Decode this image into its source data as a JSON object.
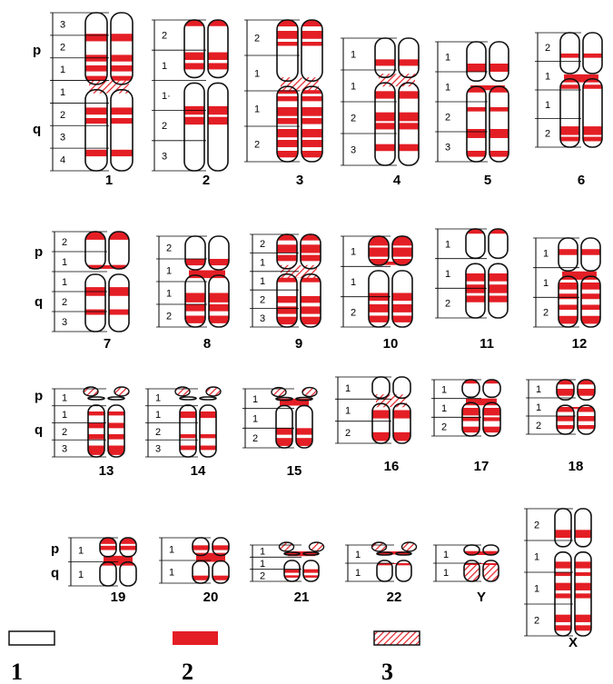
{
  "arm_labels": [
    "p",
    "q"
  ],
  "colors": {
    "stain": "#e41e25",
    "white": "#ffffff",
    "outline": "#111111",
    "hatch": "#e41e25"
  },
  "chromosomes": [
    {
      "id": "1",
      "bands": [
        "3",
        "2",
        "1",
        "1",
        "2",
        "3",
        "4"
      ],
      "arms": true
    },
    {
      "id": "2",
      "bands": [
        "2",
        "1",
        "1·",
        "2",
        "3"
      ]
    },
    {
      "id": "3",
      "bands": [
        "2",
        "1",
        "1",
        "2"
      ]
    },
    {
      "id": "4",
      "bands": [
        "1",
        "1",
        "2",
        "3"
      ]
    },
    {
      "id": "5",
      "bands": [
        "1",
        "1",
        "2",
        "3"
      ]
    },
    {
      "id": "6",
      "bands": [
        "2",
        "1",
        "1",
        "2"
      ]
    },
    {
      "id": "7",
      "bands": [
        "2",
        "1",
        "1",
        "2",
        "3"
      ],
      "arms": true
    },
    {
      "id": "8",
      "bands": [
        "2",
        "1",
        "1",
        "2"
      ]
    },
    {
      "id": "9",
      "bands": [
        "2",
        "1",
        "1",
        "2",
        "3"
      ]
    },
    {
      "id": "10",
      "bands": [
        "1",
        "1",
        "2"
      ]
    },
    {
      "id": "11",
      "bands": [
        "1",
        "1",
        "2"
      ]
    },
    {
      "id": "12",
      "bands": [
        "1",
        "1",
        "2"
      ]
    },
    {
      "id": "13",
      "bands": [
        "1",
        "1",
        "2",
        "3"
      ],
      "arms": true
    },
    {
      "id": "14",
      "bands": [
        "1",
        "1",
        "2",
        "3"
      ]
    },
    {
      "id": "15",
      "bands": [
        "1",
        "1",
        "2"
      ]
    },
    {
      "id": "16",
      "bands": [
        "1",
        "1",
        "2"
      ]
    },
    {
      "id": "17",
      "bands": [
        "1",
        "1",
        "2"
      ]
    },
    {
      "id": "18",
      "bands": [
        "1",
        "1",
        "2"
      ]
    },
    {
      "id": "19",
      "bands": [
        "1",
        "1"
      ],
      "arms": true
    },
    {
      "id": "20",
      "bands": [
        "1",
        "1"
      ]
    },
    {
      "id": "21",
      "bands": [
        "1",
        "1",
        "2"
      ]
    },
    {
      "id": "22",
      "bands": [
        "1",
        "1"
      ]
    },
    {
      "id": "Y",
      "bands": [
        "1",
        "1"
      ]
    },
    {
      "id": "X",
      "bands": [
        "2",
        "1",
        "1",
        "2"
      ]
    }
  ],
  "legend": [
    {
      "number": "1",
      "style": "white"
    },
    {
      "number": "2",
      "style": "stain"
    },
    {
      "number": "3",
      "style": "hatch"
    }
  ]
}
